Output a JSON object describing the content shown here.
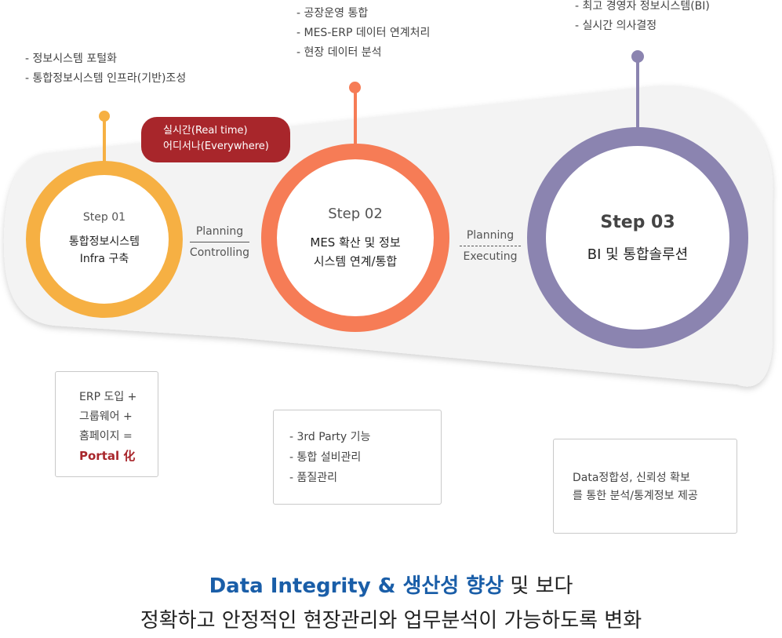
{
  "steps": [
    {
      "label": "Step 01",
      "title_lines": [
        "통합정보시스템",
        "Infra 구축"
      ],
      "color": "#f6b043",
      "bullets": [
        "- 정보시스템 포털화",
        "- 통합정보시스템 인프라(기반)조성"
      ],
      "box_lines": [
        "ERP 도입 +",
        "그룹웨어 +",
        "홈페이지 ="
      ],
      "box_highlight": "Portal 化"
    },
    {
      "label": "Step 02",
      "title_lines": [
        "MES 확산 및 정보",
        "시스템 연계/통합"
      ],
      "color": "#f67c56",
      "bullets": [
        "- 공장운영 통합",
        "- MES-ERP 데이터 연계처리",
        "- 현장 데이터 분석"
      ],
      "box_lines": [
        "- 3rd Party 기능",
        "- 통합 설비관리",
        "- 품질관리"
      ]
    },
    {
      "label": "Step 03",
      "title_lines": [
        "BI 및 통합솔루션"
      ],
      "color": "#8b84b0",
      "bullets": [
        "- 최고 경영자 정보시스템(BI)",
        "- 실시간 의사결정"
      ],
      "box_lines": [
        "Data정합성, 신뢰성 확보",
        "를 통한 분석/통계정보 제공"
      ]
    }
  ],
  "connectors": [
    {
      "top": "Planning",
      "bottom": "Controlling"
    },
    {
      "top": "Planning",
      "bottom": "Executing"
    }
  ],
  "pill": {
    "line1": "실시간(Real time)",
    "line2": "어디서나(Everywhere)",
    "color": "#a8262b"
  },
  "footer": {
    "highlight": "Data Integrity & 생산성 향상",
    "rest_line1": " 및 보다",
    "line2": "정확하고 안정적인 현장관리와 업무분석이 가능하도록 변화",
    "highlight_color": "#1a5ea8"
  },
  "accent_colors": {
    "band": "#f3f3f3",
    "box_border": "#c9c9c9",
    "portal_red": "#a8262b"
  }
}
